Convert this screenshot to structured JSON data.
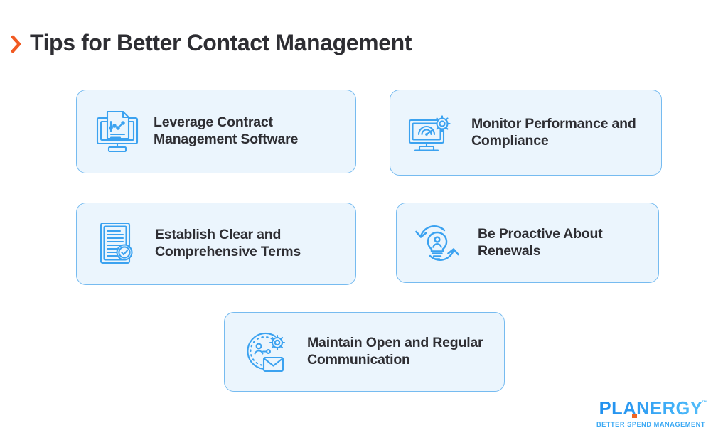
{
  "header": {
    "title": "Tips for Better Contact Management",
    "bullet_icon": "chevron-right-icon",
    "accent_color": "#f15a22",
    "title_color": "#2e2e33"
  },
  "theme": {
    "page_background": "#ffffff",
    "card_background": "#ebf5fd",
    "card_border": "#76bbf0",
    "icon_stroke": "#3ba2f0"
  },
  "cards": [
    {
      "label": "Leverage Contract Management Software",
      "icon": "monitor-document-chart-icon"
    },
    {
      "label": "Monitor Performance and Compliance",
      "icon": "monitor-gauge-gear-icon"
    },
    {
      "label": "Establish Clear and Comprehensive Terms",
      "icon": "document-check-icon"
    },
    {
      "label": "Be Proactive About Renewals",
      "icon": "lightbulb-refresh-icon"
    },
    {
      "label": "Maintain Open and Regular Communication",
      "icon": "clock-gear-envelope-icon"
    }
  ],
  "logo": {
    "wordmark": "PLANERGY",
    "trademark": "™",
    "tagline": "BETTER SPEND MANAGEMENT",
    "wordmark_color_start": "#1f8fee",
    "wordmark_color_end": "#54bdfa",
    "accent_color": "#f26522",
    "tagline_color": "#3ba9f4"
  }
}
